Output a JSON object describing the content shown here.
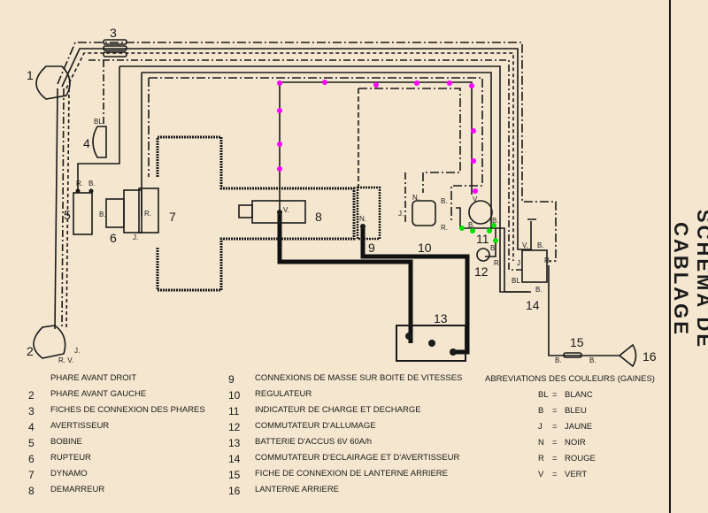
{
  "title": "SCHÉMA DE CABLAGE",
  "components": [
    {
      "num": "1"
    },
    {
      "num": "2"
    },
    {
      "num": "3"
    },
    {
      "num": "4"
    },
    {
      "num": "5"
    },
    {
      "num": "6"
    },
    {
      "num": "7"
    },
    {
      "num": "8"
    },
    {
      "num": "9"
    },
    {
      "num": "10"
    },
    {
      "num": "11"
    },
    {
      "num": "12"
    },
    {
      "num": "13"
    },
    {
      "num": "14"
    },
    {
      "num": "15"
    },
    {
      "num": "16"
    }
  ],
  "wire_codes": {
    "horn": "BL.",
    "coil_r": "R.",
    "coil_b": "B.",
    "rupteur_b": "B.",
    "dyn_r": "R.",
    "dyn_j": "J.",
    "starter_v": "V.",
    "mass_n": "N.",
    "hl2_j": "J.",
    "hl2_rv": "R. V.",
    "reg_n": "N.",
    "reg_j": "J.",
    "reg_b": "B.",
    "reg_r": "R.",
    "gauge_v": "V.",
    "gauge_b1": "B.",
    "gauge_b2": "B.",
    "ign_b": "B.",
    "ign_r": "R.",
    "sw_v": "V.",
    "sw_b": "B.",
    "sw_j": "J",
    "sw_r": "R.",
    "sw_bl": "BL",
    "sw_b2": "B.",
    "tail_b1": "B.",
    "tail_b2": "B."
  },
  "legend": {
    "left": [
      {
        "num": "",
        "text": "PHARE AVANT DROIT"
      },
      {
        "num": "2",
        "text": "PHARE AVANT GAUCHE"
      },
      {
        "num": "3",
        "text": "FICHES DE CONNEXION DES PHARES"
      },
      {
        "num": "4",
        "text": "AVERTISSEUR"
      },
      {
        "num": "5",
        "text": "BOBINE"
      },
      {
        "num": "6",
        "text": "RUPTEUR"
      },
      {
        "num": "7",
        "text": "DYNAMO"
      },
      {
        "num": "8",
        "text": "DEMARREUR"
      }
    ],
    "right": [
      {
        "num": "9",
        "text": "CONNEXIONS DE MASSE SUR BOITE DE VITESSES"
      },
      {
        "num": "10",
        "text": "REGULATEUR"
      },
      {
        "num": "11",
        "text": "INDICATEUR DE CHARGE ET DECHARGE"
      },
      {
        "num": "12",
        "text": "COMMUTATEUR D'ALLUMAGE"
      },
      {
        "num": "13",
        "text": "BATTERIE D'ACCUS 6V 60A/h"
      },
      {
        "num": "14",
        "text": "COMMUTATEUR D'ECLAIRAGE ET D'AVERTISSEUR"
      },
      {
        "num": "15",
        "text": "FICHE DE CONNEXION DE LANTERNE ARRIERE"
      },
      {
        "num": "16",
        "text": "LANTERNE ARRIERE"
      }
    ]
  },
  "abbreviations": {
    "heading": "ABREVIATIONS DES COULEURS (GAINES)",
    "items": [
      {
        "code": "BL",
        "eq": "=",
        "name": "BLANC"
      },
      {
        "code": "B",
        "eq": "=",
        "name": "BLEU"
      },
      {
        "code": "J",
        "eq": "=",
        "name": "JAUNE"
      },
      {
        "code": "N",
        "eq": "=",
        "name": "NOIR"
      },
      {
        "code": "R",
        "eq": "=",
        "name": "ROUGE"
      },
      {
        "code": "V",
        "eq": "=",
        "name": "VERT"
      }
    ]
  },
  "colors": {
    "paper": "#f4e6cf",
    "ink": "#1a1a1a",
    "highlight_magenta": "#ff00ff",
    "highlight_green": "#00e000"
  }
}
